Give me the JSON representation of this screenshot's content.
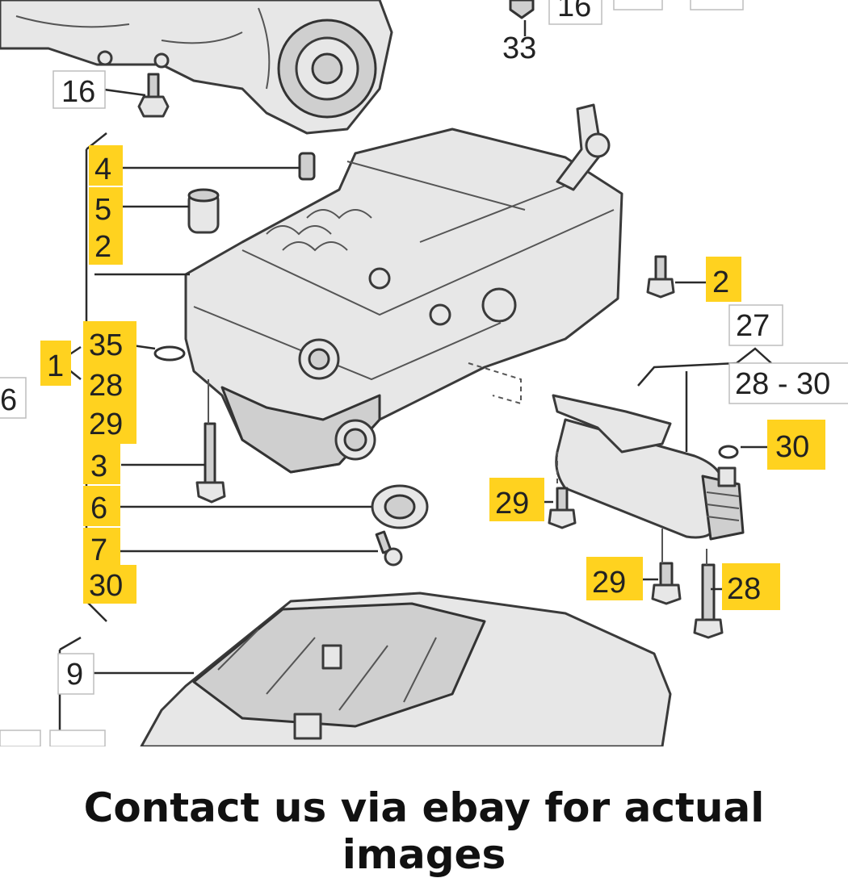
{
  "diagram": {
    "labels": {
      "l16_top": "16",
      "l33": "33",
      "l16_left": "16",
      "l4": "4",
      "l5": "5",
      "l2_left": "2",
      "l1": "1",
      "l35": "35",
      "l28_left": "28",
      "l29_left": "29",
      "l3": "3",
      "l6": "6",
      "l7": "7",
      "l30_left": "30",
      "l6_edge": "6",
      "l2_right": "2",
      "l27": "27",
      "l28_30": "28 - 30",
      "l30_right": "30",
      "l29_mid": "29",
      "l29_low": "29",
      "l28_right": "28",
      "l9": "9"
    },
    "highlight_color": "#ffd21f"
  },
  "footer": {
    "text": "Contact us via ebay for actual images"
  }
}
